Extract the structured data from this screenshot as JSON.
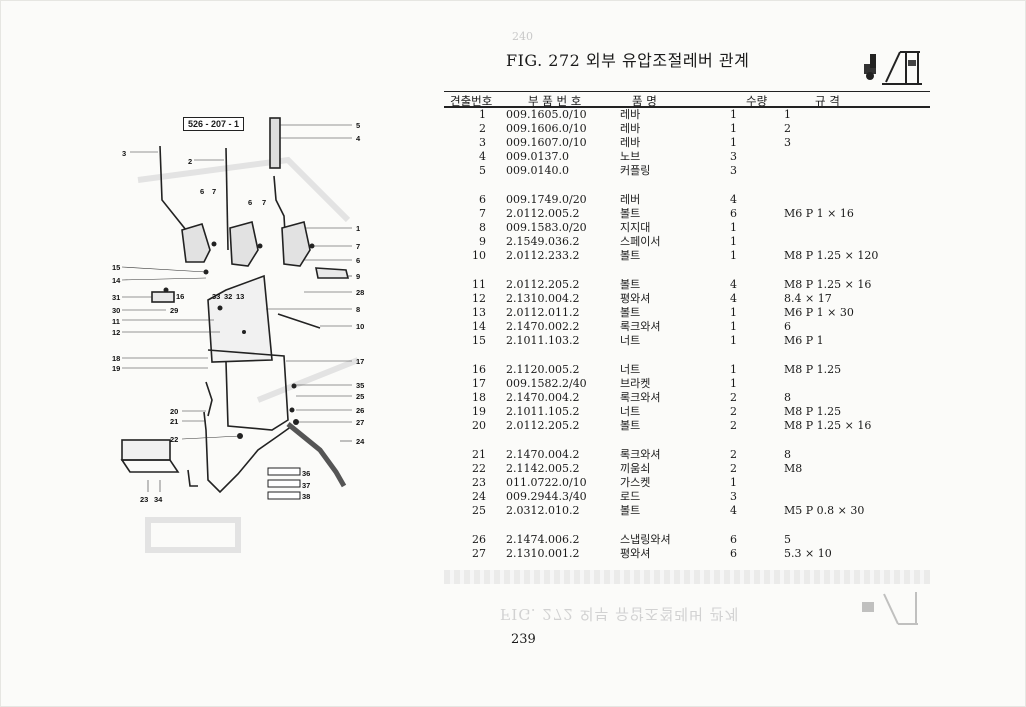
{
  "page": {
    "ghost_number": "240",
    "title": "FIG. 272 외부 유압조절레버 관계",
    "page_number": "239",
    "ghost_mirror_title": "FIG. 272 외부 유압조절레버 관계"
  },
  "diagram": {
    "part_number": "526 - 207 - 1",
    "callouts": [
      "3",
      "2",
      "6",
      "7",
      "6",
      "7",
      "5",
      "4",
      "1",
      "7",
      "6",
      "9",
      "28",
      "8",
      "10",
      "17",
      "35",
      "25",
      "26",
      "27",
      "24",
      "36",
      "37",
      "38",
      "15",
      "14",
      "16",
      "33",
      "32",
      "13",
      "31",
      "30",
      "29",
      "11",
      "12",
      "18",
      "19",
      "20",
      "21",
      "22",
      "23",
      "34"
    ]
  },
  "table": {
    "headers": {
      "no": "견출번호",
      "part_no": "부 품 번 호",
      "name": "품 명",
      "qty": "수량",
      "spec": "규 격"
    },
    "groups": [
      [
        {
          "no": "1",
          "part_no": "009.1605.0/10",
          "name": "레바",
          "qty": "1",
          "spec": "1"
        },
        {
          "no": "2",
          "part_no": "009.1606.0/10",
          "name": "레바",
          "qty": "1",
          "spec": "2"
        },
        {
          "no": "3",
          "part_no": "009.1607.0/10",
          "name": "레바",
          "qty": "1",
          "spec": "3"
        },
        {
          "no": "4",
          "part_no": "009.0137.0",
          "name": "노브",
          "qty": "3",
          "spec": ""
        },
        {
          "no": "5",
          "part_no": "009.0140.0",
          "name": "커플링",
          "qty": "3",
          "spec": ""
        }
      ],
      [
        {
          "no": "6",
          "part_no": "009.1749.0/20",
          "name": "레버",
          "qty": "4",
          "spec": ""
        },
        {
          "no": "7",
          "part_no": "2.0112.005.2",
          "name": "볼트",
          "qty": "6",
          "spec": "M6 P 1 × 16"
        },
        {
          "no": "8",
          "part_no": "009.1583.0/20",
          "name": "지지대",
          "qty": "1",
          "spec": ""
        },
        {
          "no": "9",
          "part_no": "2.1549.036.2",
          "name": "스페이서",
          "qty": "1",
          "spec": ""
        },
        {
          "no": "10",
          "part_no": "2.0112.233.2",
          "name": "볼트",
          "qty": "1",
          "spec": "M8 P 1.25 × 120"
        }
      ],
      [
        {
          "no": "11",
          "part_no": "2.0112.205.2",
          "name": "볼트",
          "qty": "4",
          "spec": "M8 P 1.25 × 16"
        },
        {
          "no": "12",
          "part_no": "2.1310.004.2",
          "name": "평와셔",
          "qty": "4",
          "spec": "8.4 × 17"
        },
        {
          "no": "13",
          "part_no": "2.0112.011.2",
          "name": "볼트",
          "qty": "1",
          "spec": "M6 P 1 × 30"
        },
        {
          "no": "14",
          "part_no": "2.1470.002.2",
          "name": "록크와셔",
          "qty": "1",
          "spec": "6"
        },
        {
          "no": "15",
          "part_no": "2.1011.103.2",
          "name": "너트",
          "qty": "1",
          "spec": "M6 P 1"
        }
      ],
      [
        {
          "no": "16",
          "part_no": "2.1120.005.2",
          "name": "너트",
          "qty": "1",
          "spec": "M8 P 1.25"
        },
        {
          "no": "17",
          "part_no": "009.1582.2/40",
          "name": "브라켓",
          "qty": "1",
          "spec": ""
        },
        {
          "no": "18",
          "part_no": "2.1470.004.2",
          "name": "록크와셔",
          "qty": "2",
          "spec": "8"
        },
        {
          "no": "19",
          "part_no": "2.1011.105.2",
          "name": "너트",
          "qty": "2",
          "spec": "M8 P 1.25"
        },
        {
          "no": "20",
          "part_no": "2.0112.205.2",
          "name": "볼트",
          "qty": "2",
          "spec": "M8 P 1.25 × 16"
        }
      ],
      [
        {
          "no": "21",
          "part_no": "2.1470.004.2",
          "name": "록크와셔",
          "qty": "2",
          "spec": "8"
        },
        {
          "no": "22",
          "part_no": "2.1142.005.2",
          "name": "끼움쇠",
          "qty": "2",
          "spec": "M8"
        },
        {
          "no": "23",
          "part_no": "011.0722.0/10",
          "name": "가스켓",
          "qty": "1",
          "spec": ""
        },
        {
          "no": "24",
          "part_no": "009.2944.3/40",
          "name": "로드",
          "qty": "3",
          "spec": ""
        },
        {
          "no": "25",
          "part_no": "2.0312.010.2",
          "name": "볼트",
          "qty": "4",
          "spec": "M5 P 0.8 × 30"
        }
      ],
      [
        {
          "no": "26",
          "part_no": "2.1474.006.2",
          "name": "스냅링와셔",
          "qty": "6",
          "spec": "5"
        },
        {
          "no": "27",
          "part_no": "2.1310.001.2",
          "name": "평와셔",
          "qty": "6",
          "spec": "5.3 × 10"
        }
      ]
    ]
  }
}
